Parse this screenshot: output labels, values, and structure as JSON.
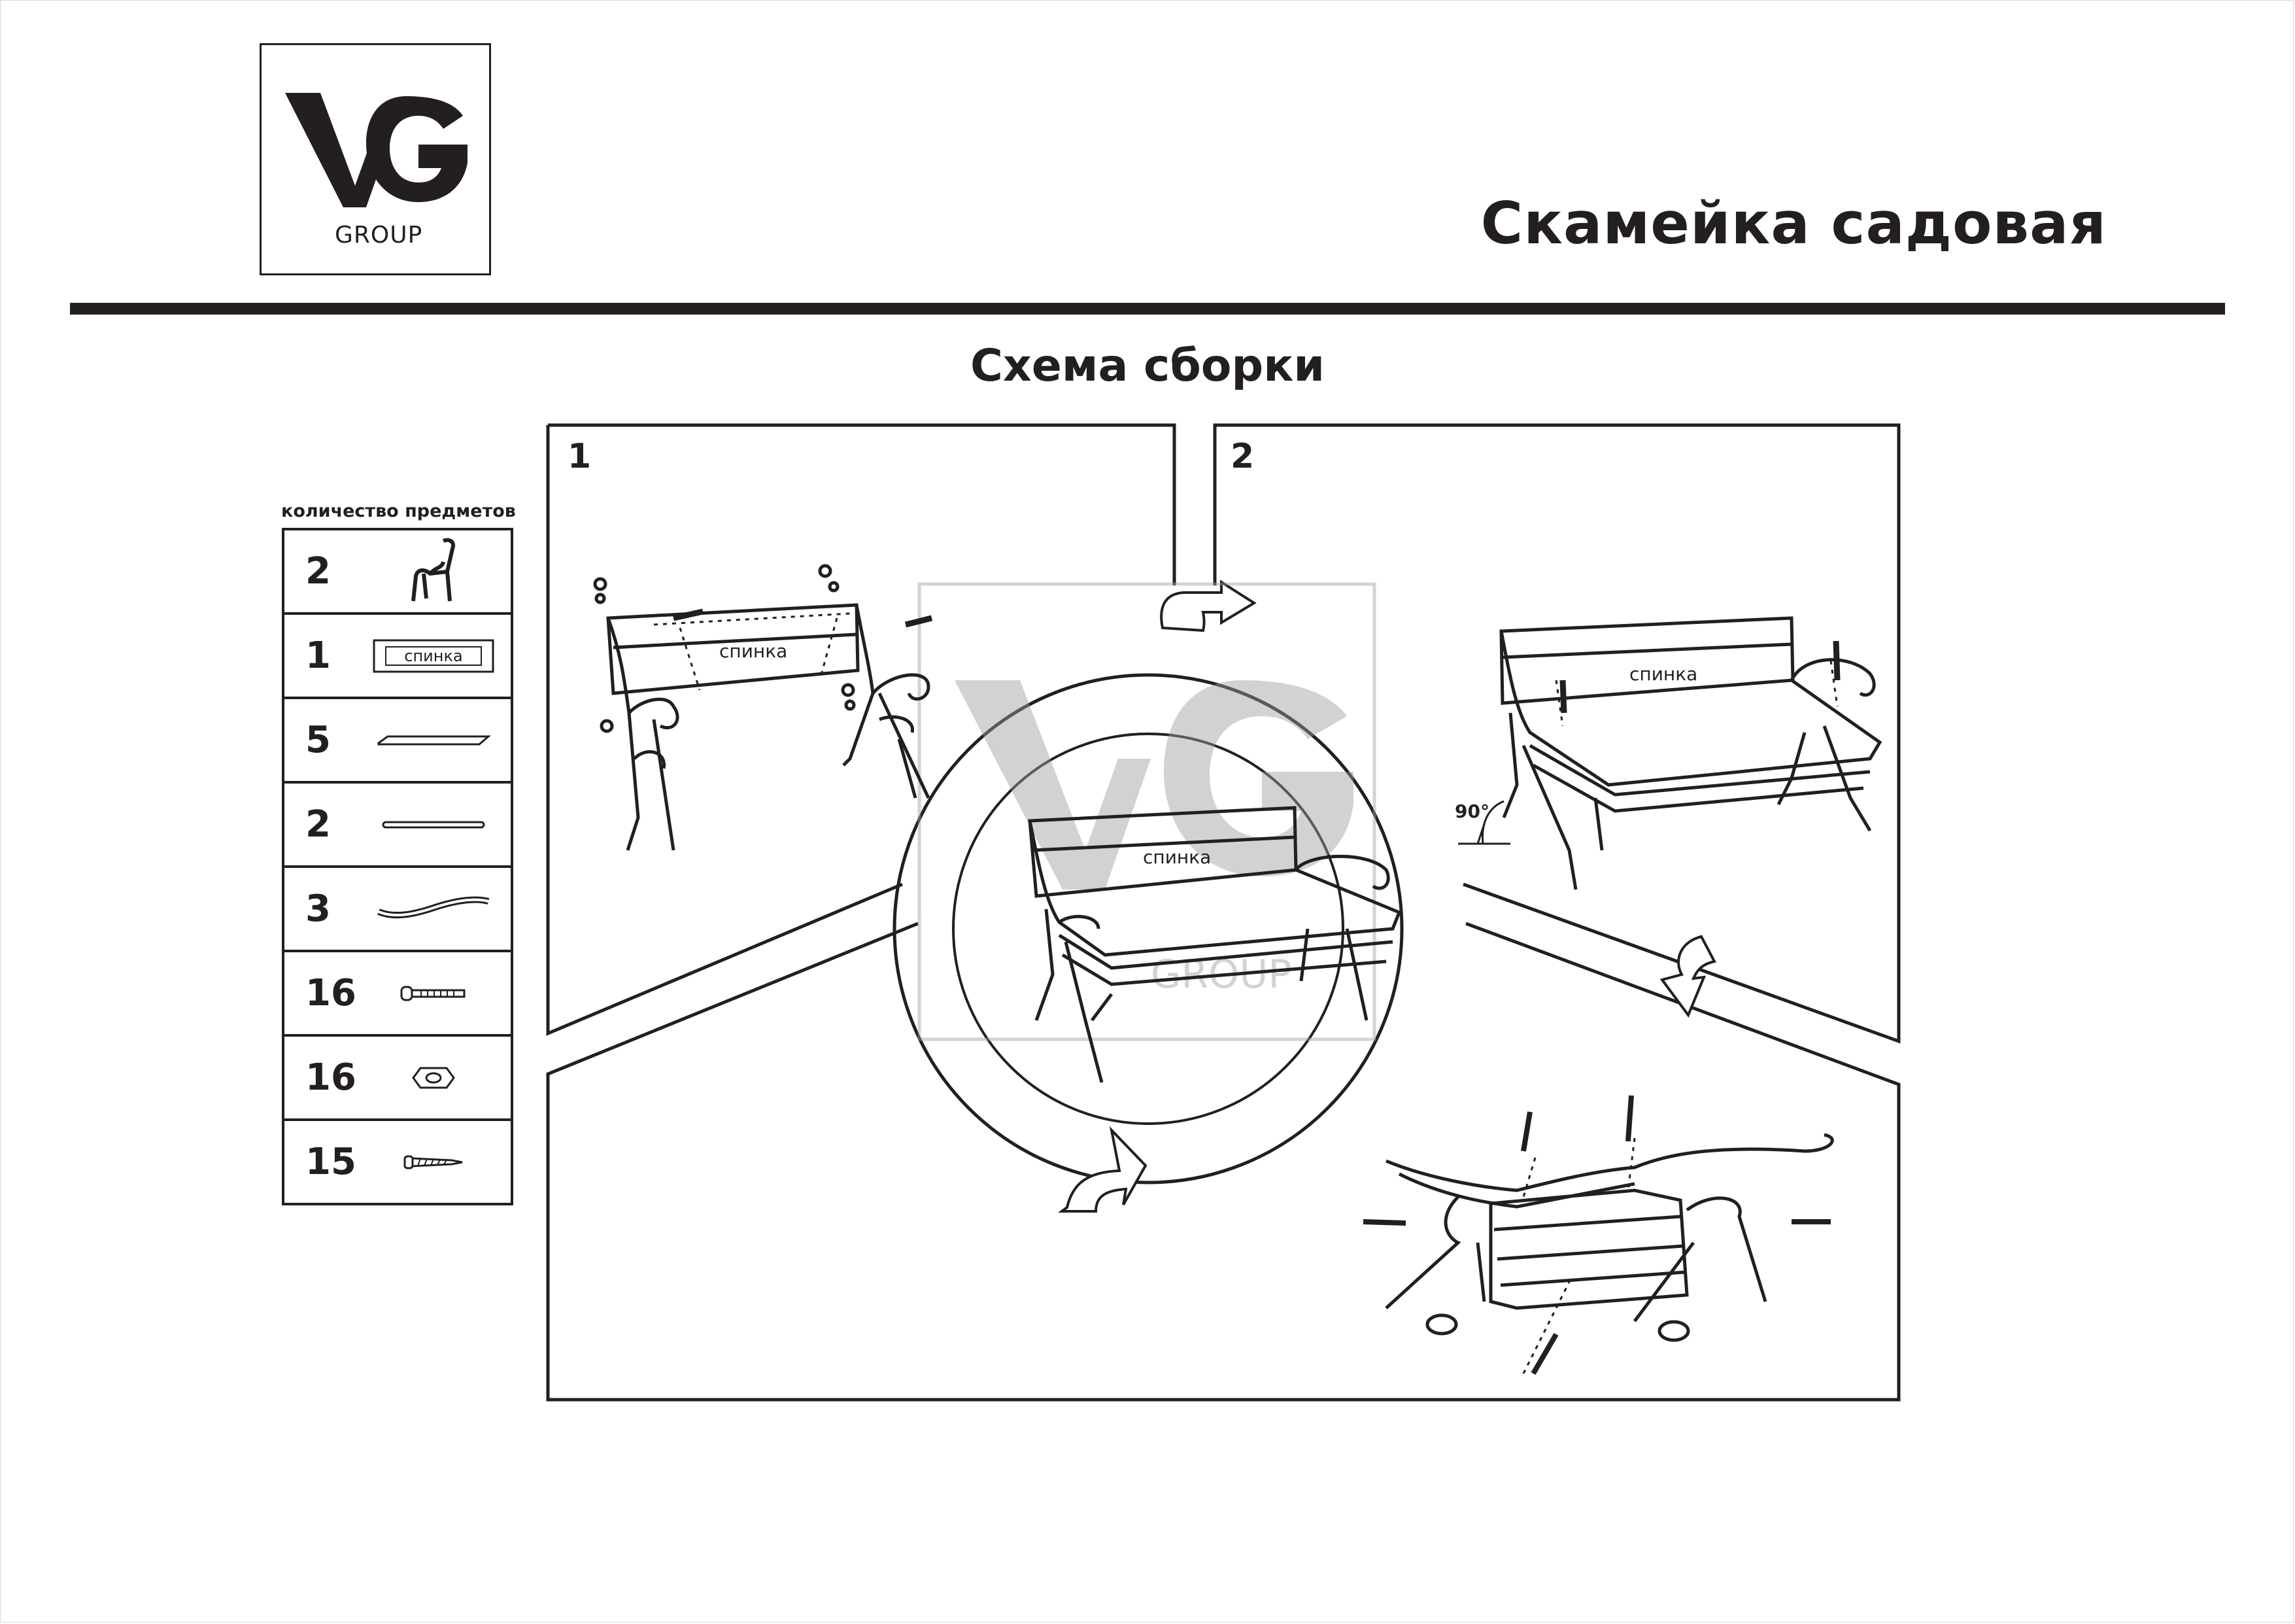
{
  "header": {
    "logo_text": "VG",
    "logo_subtext": "GROUP",
    "title": "Скамейка садовая"
  },
  "section_title": "Схема сборки",
  "parts": {
    "caption": "количество предметов",
    "items": [
      {
        "qty": "2",
        "icon": "side-frame-icon"
      },
      {
        "qty": "1",
        "icon": "backrest-panel-icon",
        "label": "спинка"
      },
      {
        "qty": "5",
        "icon": "wooden-slat-icon"
      },
      {
        "qty": "2",
        "icon": "rod-icon"
      },
      {
        "qty": "3",
        "icon": "curved-bar-icon"
      },
      {
        "qty": "16",
        "icon": "bolt-icon"
      },
      {
        "qty": "16",
        "icon": "nut-icon"
      },
      {
        "qty": "15",
        "icon": "screw-icon"
      }
    ]
  },
  "steps": [
    {
      "number": "1",
      "label": "спинка"
    },
    {
      "number": "2",
      "label": "спинка",
      "angle": "90°"
    }
  ],
  "center_label": "спинка",
  "watermark": {
    "text": "VG",
    "subtext": "GROUP"
  }
}
